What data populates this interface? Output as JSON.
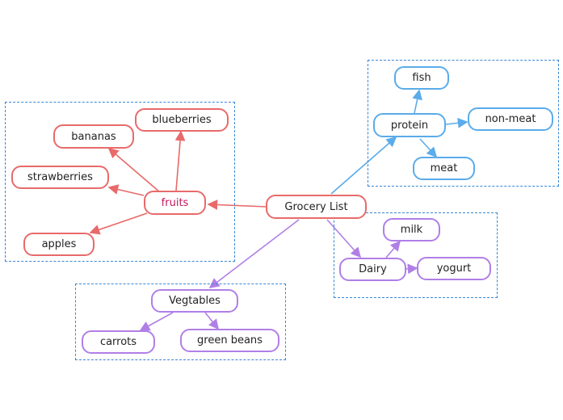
{
  "root": "Grocery List",
  "branches": {
    "fruits": {
      "label": "fruits",
      "children": [
        "bananas",
        "blueberries",
        "strawberries",
        "apples"
      ]
    },
    "protein": {
      "label": "protein",
      "children": [
        "fish",
        "non-meat",
        "meat"
      ]
    },
    "dairy": {
      "label": "Dairy",
      "children": [
        "milk",
        "yogurt"
      ]
    },
    "vegetables": {
      "label": "Vegtables",
      "children": [
        "carrots",
        "green beans"
      ]
    }
  },
  "colors": {
    "fruits": "#e86a6a",
    "protein": "#5aacea",
    "dairy": "#b07fe6",
    "vegetables": "#b07fe6",
    "region_border": "#3a86d4"
  }
}
